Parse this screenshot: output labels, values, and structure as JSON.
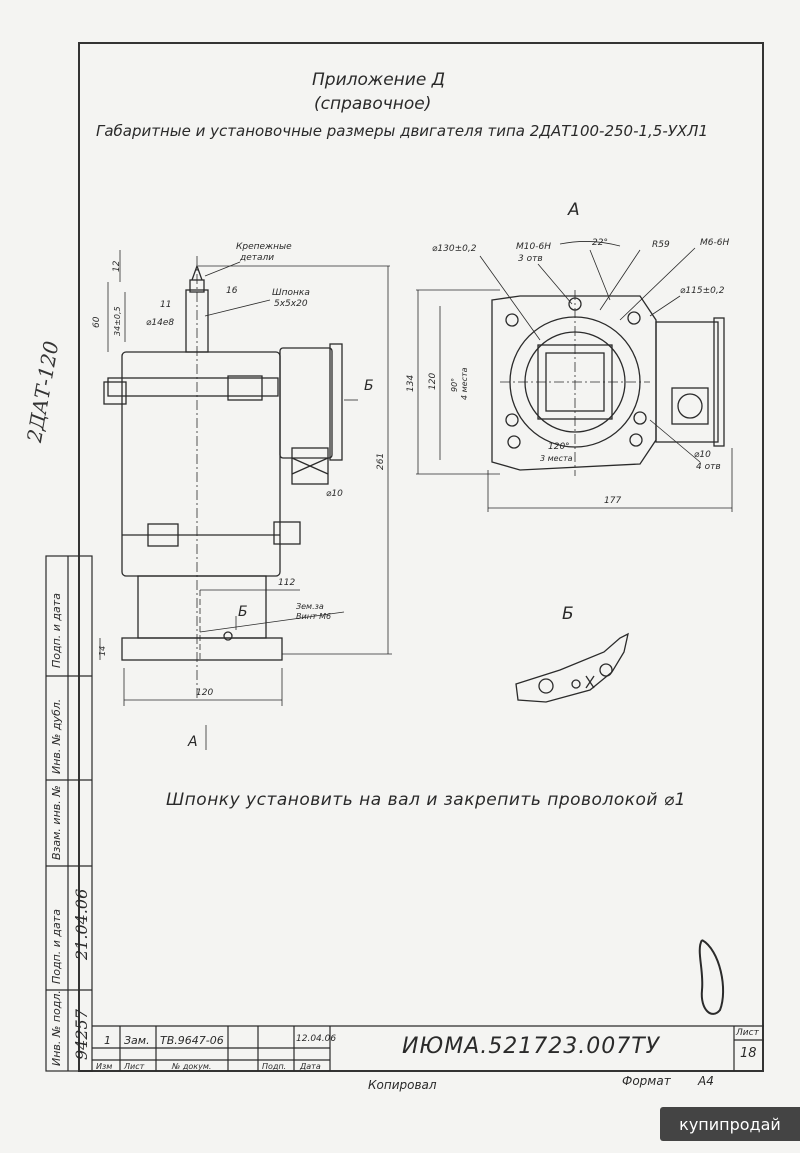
{
  "header": {
    "appendix": "Приложение Д",
    "reference": "(справочное)",
    "title": "Габаритные и установочные размеры двигателя типа 2ДАТ100-250-1,5-УХЛ1"
  },
  "side_handwritten": "2ДАТ-120",
  "views": {
    "view_a_label_top": "А",
    "view_b_label": "Б",
    "arrow_b_label": "Б",
    "arrow_b2_label": "Б",
    "arrow_a_label": "А"
  },
  "left_dims": {
    "krep_line1": "Крепежные",
    "krep_line2": "детали",
    "d12": "12",
    "d60": "60",
    "d16": "16",
    "d34": "34±0,5",
    "d11": "11",
    "d14e8": "⌀14е8",
    "shponka_line1": "Шпонка",
    "shponka_line2": "5х5х20",
    "d261": "261",
    "d10": "⌀10",
    "d112": "112",
    "zem_line1": "Зем.за",
    "zem_line2": "Винт М6",
    "d14": "14",
    "d120": "120"
  },
  "right_dims": {
    "d130": "⌀130±0,2",
    "m10_line1": "М10-6Н",
    "m10_line2": "3 отв",
    "d22": "22°",
    "r59": "R59",
    "m6": "М6-6Н",
    "d115": "⌀115±0,2",
    "d134": "134",
    "d120v": "120",
    "d90_line1": "90°",
    "d90_line2": "4 места",
    "d120deg_line1": "120°",
    "d120deg_line2": "3 места",
    "d10_line1": "⌀10",
    "d10_line2": "4 отв",
    "d177": "177"
  },
  "note": "Шпонку установить на вал и закрепить проволокой  ⌀1",
  "left_strip": {
    "podp_data_top": "Подп. и дата",
    "inv_dubl": "Инв. № дубл.",
    "vzam_inv": "Взам. инв. №",
    "podp_data_bottom": "Подп. и дата",
    "date_value": "21.04.06",
    "inv_podl": "Инв. № подл.",
    "inv_podl_value": "94257"
  },
  "title_block": {
    "row_change": "1",
    "row_zam": "Зам.",
    "row_doc": "ТВ.9647-06",
    "row_date": "12.04.06",
    "col_izm": "Изм",
    "col_list": "Лист",
    "col_dokum": "№ докум.",
    "col_podp": "Подп.",
    "col_data": "Дата",
    "doc_code": "ИЮМА.521723.007ТУ",
    "list_label": "Лист",
    "list_number": "18"
  },
  "footer": {
    "kopiroval": "Копировал",
    "format_label": "Формат",
    "format_value": "А4"
  },
  "watermark": "купипродай"
}
